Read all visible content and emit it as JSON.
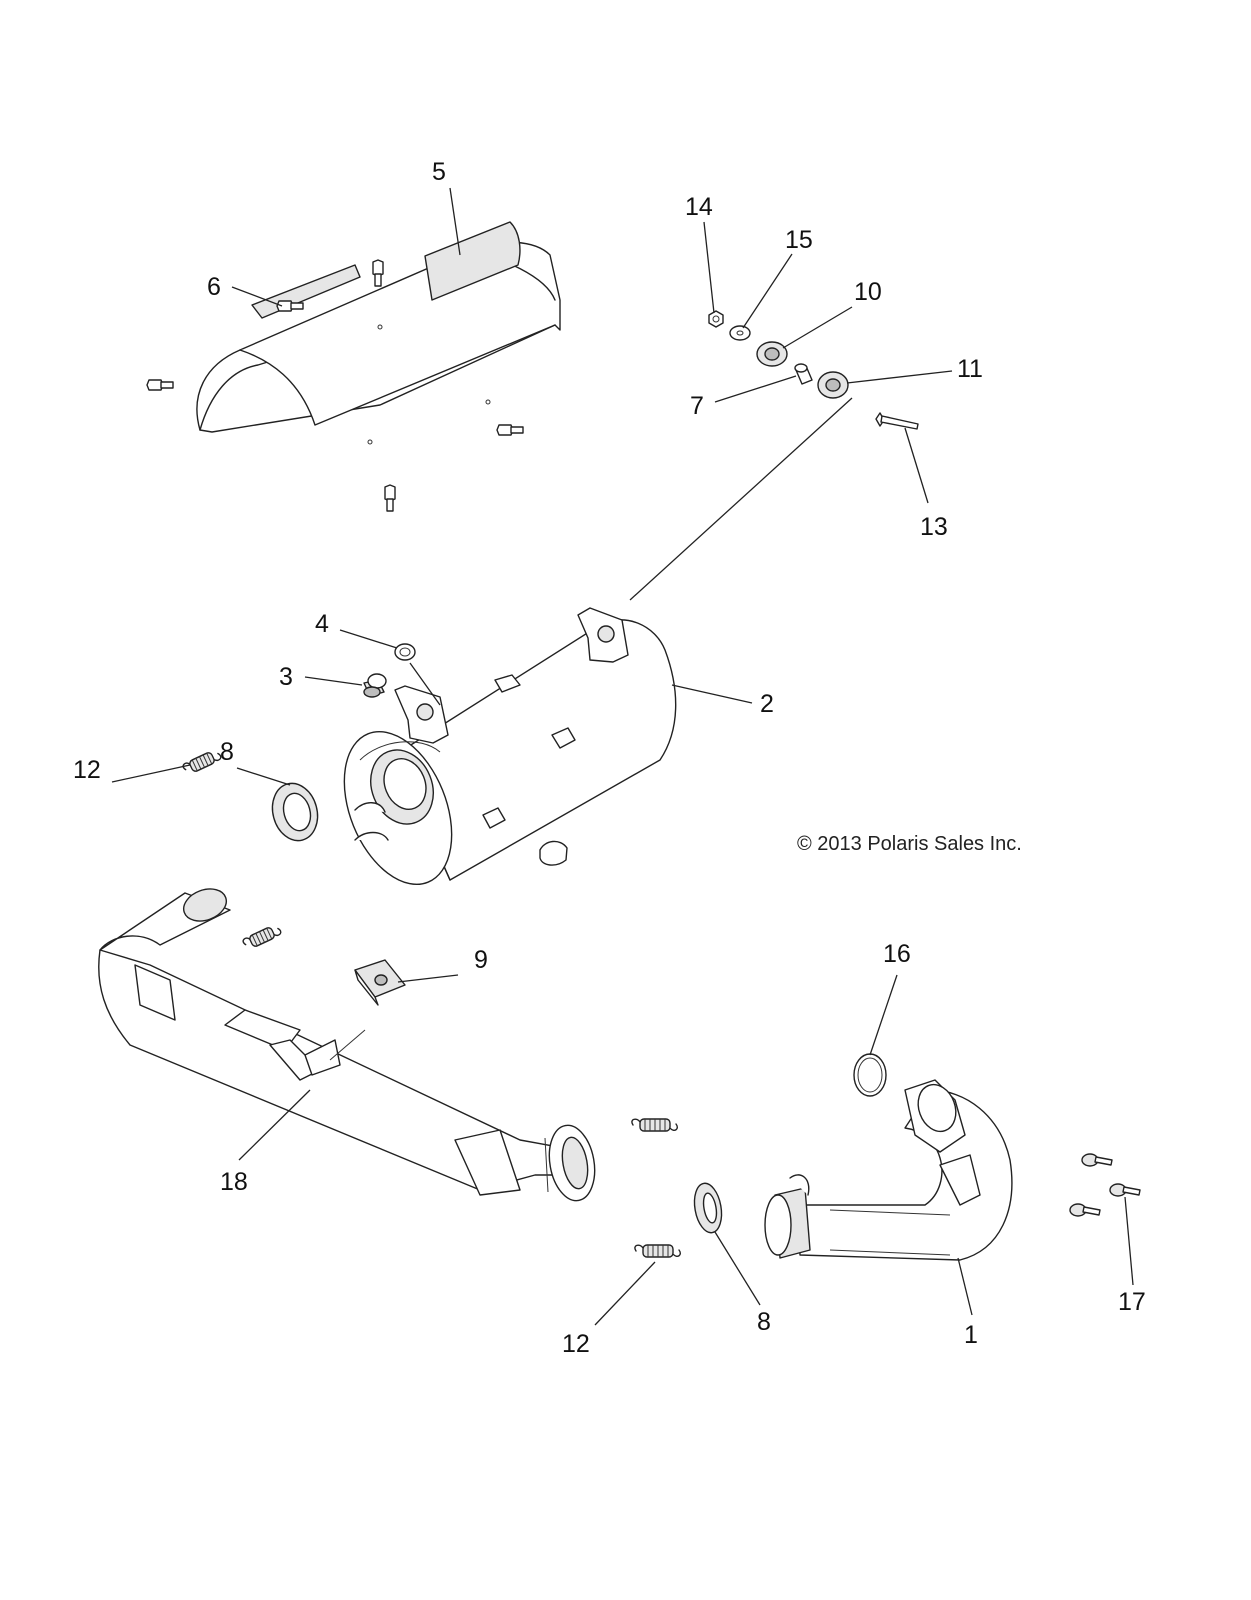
{
  "diagram": {
    "copyright": "© 2013 Polaris Sales Inc.",
    "callouts": {
      "c1": "1",
      "c2": "2",
      "c3": "3",
      "c4": "4",
      "c5": "5",
      "c6": "6",
      "c7": "7",
      "c8a": "8",
      "c8b": "8",
      "c9": "9",
      "c10": "10",
      "c11": "11",
      "c12a": "12",
      "c12b": "12",
      "c13": "13",
      "c14": "14",
      "c15": "15",
      "c16": "16",
      "c17": "17",
      "c18": "18"
    }
  }
}
